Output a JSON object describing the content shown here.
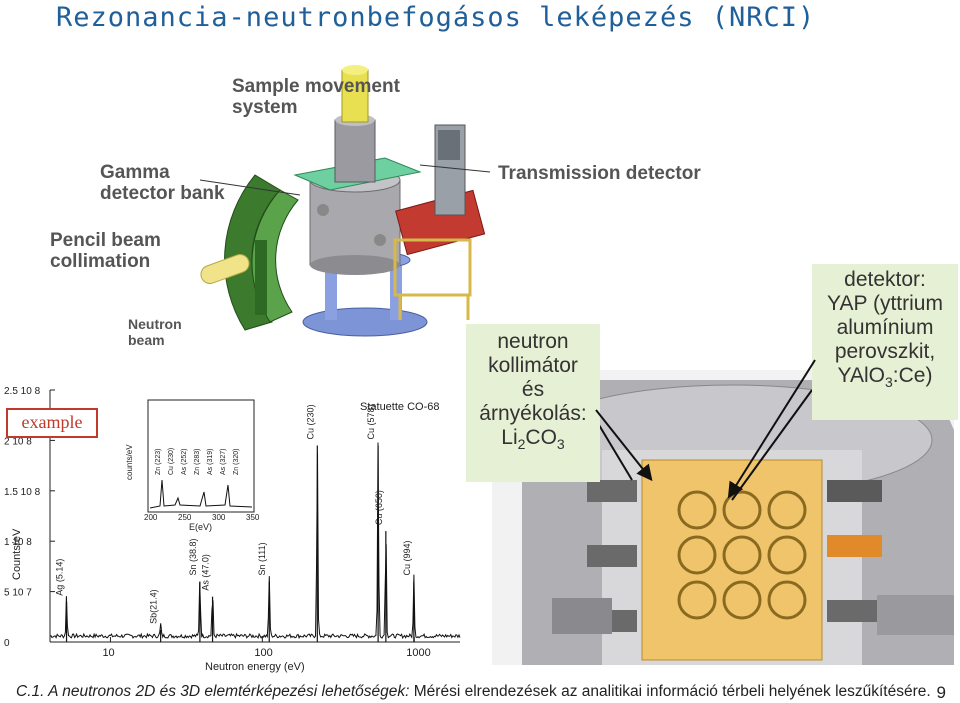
{
  "title": "Rezonancia-neutronbefogásos leképezés (NRCI)",
  "schematic": {
    "sample_movement": "Sample movement system",
    "sample_movement_l1": "Sample movement",
    "sample_movement_l2": "system",
    "gamma_l1": "Gamma",
    "gamma_l2": "detector bank",
    "transmission": "Transmission detector",
    "pencil_l1": "Pencil beam",
    "pencil_l2": "collimation",
    "neutron_l1": "Neutron",
    "neutron_l2": "beam"
  },
  "box_left": {
    "line1": "neutron",
    "line2": "kollimátor",
    "line3": "és",
    "line4": "árnyékolás:",
    "formula": "Li2CO3"
  },
  "box_right": {
    "line1": "detektor:",
    "line2": "YAP (yttrium",
    "line3": "alumínium",
    "line4": "perovszkit,",
    "formula": "YAlO3:Ce)"
  },
  "example_label": "example",
  "chart_data": {
    "type": "line",
    "title": "Statuette CO-68",
    "xlabel": "Neutron energy (eV)",
    "ylabel": "Counts/eV",
    "x_scale": "log",
    "x_ticks": [
      "10",
      "100",
      "1000"
    ],
    "y_ticks": [
      "0",
      "5 10^7",
      "1 10^8",
      "1.5 10^8",
      "2 10^8",
      "2.5 10^8"
    ],
    "ylim": [
      0,
      250000000
    ],
    "peaks": [
      {
        "label": "Ag (5.14)",
        "x": 5.14,
        "y": 40000000
      },
      {
        "label": "Sb(21.4)",
        "x": 21.4,
        "y": 12000000
      },
      {
        "label": "Sn (38.8)",
        "x": 38.8,
        "y": 60000000
      },
      {
        "label": "As (47.0)",
        "x": 47.0,
        "y": 45000000
      },
      {
        "label": "Sn (111)",
        "x": 111,
        "y": 60000000
      },
      {
        "label": "Cu (230)",
        "x": 230,
        "y": 195000000
      },
      {
        "label": "Cu (578)",
        "x": 578,
        "y": 195000000
      },
      {
        "label": "Cu (650)",
        "x": 650,
        "y": 110000000
      },
      {
        "label": "Cu (994)",
        "x": 994,
        "y": 60000000
      }
    ],
    "inset": {
      "xlabel": "E(eV)",
      "ylabel": "counts/eV",
      "x_ticks": [
        "200",
        "250",
        "300",
        "350"
      ],
      "peaks": [
        "Zn (223)",
        "Cu (230)",
        "As (252)",
        "Zn (283)",
        "As (319)",
        "As (327)",
        "Zn (320)"
      ]
    }
  },
  "caption": {
    "italic": "C.1. A neutronos 2D és 3D elemtérképezési lehetőségek:",
    "normal": " Mérési elrendezések az analitikai információ térbeli helyének leszűkítésére."
  },
  "page_number": "9"
}
